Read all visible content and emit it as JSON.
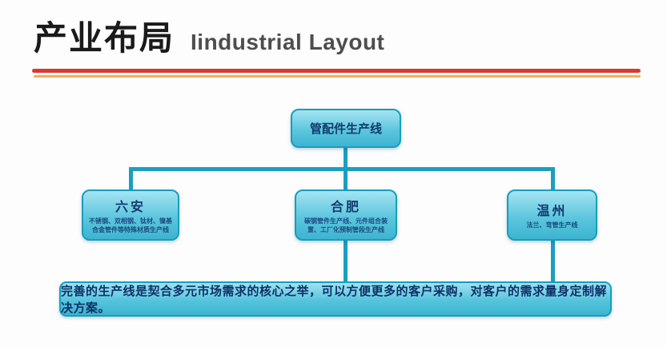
{
  "header": {
    "title_cn": "产业布局",
    "title_en": "Iindustrial Layout"
  },
  "diagram": {
    "root": {
      "label": "管配件生产线"
    },
    "children": [
      {
        "name": "六安",
        "desc": "不锈钢、双相钢、钛材、镍基合金管件等特殊材质生产线"
      },
      {
        "name": "合肥",
        "desc": "碳钢管件生产线、元件组合装置、工厂化预制管段生产线"
      },
      {
        "name": "温州",
        "desc": "法兰、弯管生产线"
      }
    ],
    "footer": "完善的生产线是契合多元市场需求的核心之举，可以方便更多的客户采购，对客户的需求量身定制解决方案。"
  },
  "colors": {
    "rule_red": "#d93a2b",
    "rule_orange": "#f0a13a",
    "box_border": "#179ec0",
    "box_fill_top": "#a5e4f1",
    "box_fill_bottom": "#3db4d0",
    "connector": "#1a9fc0",
    "box_text": "#123a6e"
  }
}
